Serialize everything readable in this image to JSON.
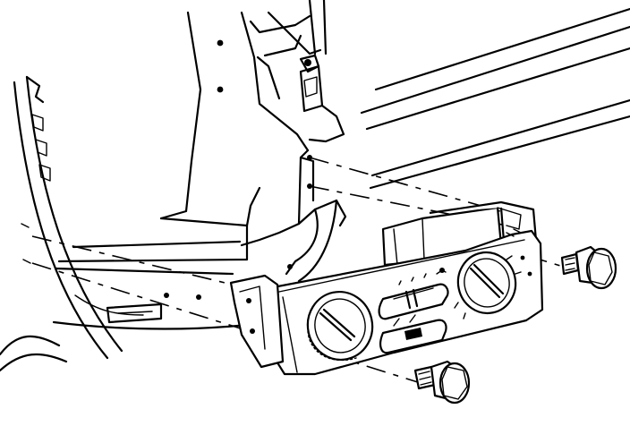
{
  "figure": {
    "subject": "climate-control-head-mounting",
    "parts": [
      "instrument-panel-carrier",
      "climate-control-head",
      "fasteners"
    ],
    "fastener_count": 2,
    "label": ""
  }
}
